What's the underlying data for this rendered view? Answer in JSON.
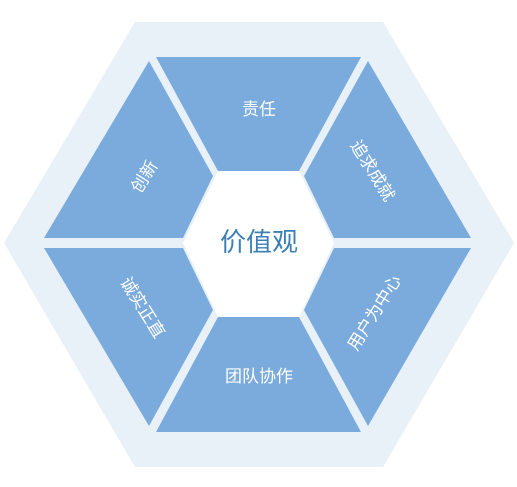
{
  "center": {
    "label": "价值观"
  },
  "segments": [
    {
      "id": "top",
      "label": "责任"
    },
    {
      "id": "upper-right",
      "label": "追求成就"
    },
    {
      "id": "lower-right",
      "label": "用户为中心"
    },
    {
      "id": "bottom",
      "label": "团队协作"
    },
    {
      "id": "lower-left",
      "label": "诚实正直"
    },
    {
      "id": "upper-left",
      "label": "创新"
    }
  ],
  "colors": {
    "segment_fill": "#7aabdc",
    "outer_ring": "#e8f0f8",
    "gap": "#ffffff",
    "center_fill": "#ffffff",
    "center_text": "#3b7fb6",
    "segment_text": "#ffffff"
  }
}
